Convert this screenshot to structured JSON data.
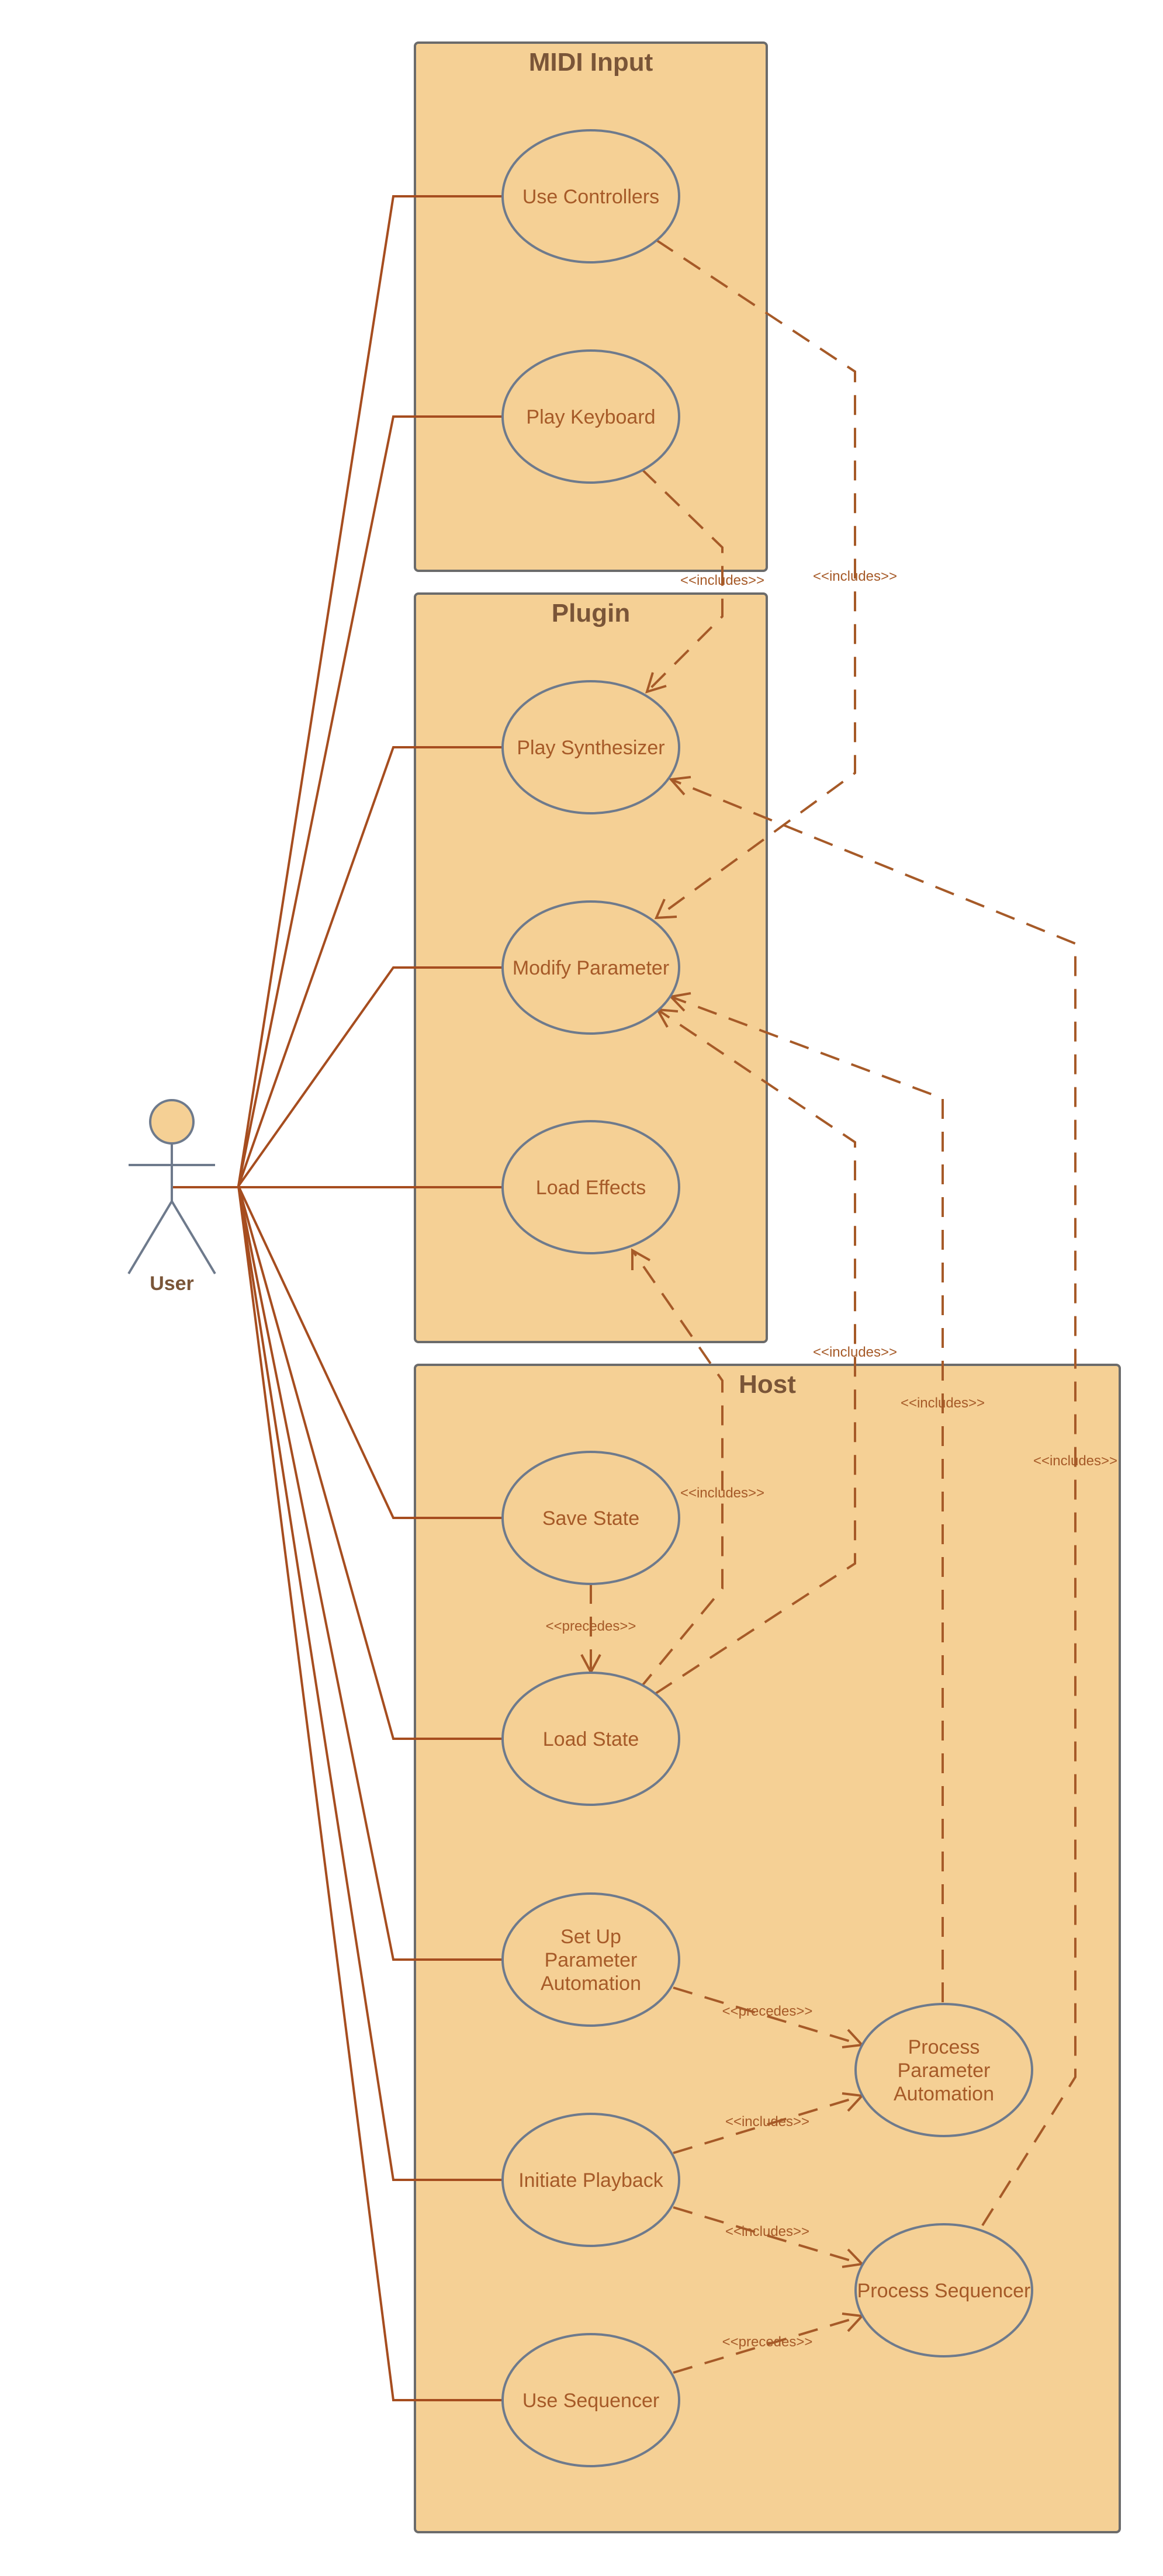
{
  "actor": {
    "name": "User"
  },
  "boundaries": {
    "midi_input": {
      "title": "MIDI Input"
    },
    "plugin": {
      "title": "Plugin"
    },
    "host": {
      "title": "Host"
    }
  },
  "use_cases": {
    "use_controllers": [
      "Use Controllers"
    ],
    "play_keyboard": [
      "Play Keyboard"
    ],
    "play_synthesizer": [
      "Play Synthesizer"
    ],
    "modify_parameter": [
      "Modify Parameter"
    ],
    "load_effects": [
      "Load Effects"
    ],
    "save_state": [
      "Save State"
    ],
    "load_state": [
      "Load State"
    ],
    "set_up_parameter_automation": [
      "Set Up",
      "Parameter",
      "Automation"
    ],
    "initiate_playback": [
      "Initiate Playback"
    ],
    "use_sequencer": [
      "Use Sequencer"
    ],
    "process_parameter_automation": [
      "Process",
      "Parameter",
      "Automation"
    ],
    "process_sequencer": [
      "Process Sequencer"
    ]
  },
  "relationships": {
    "controllers_to_modify": "<<includes>>",
    "keyboard_to_synth": "<<includes>>",
    "load_state_to_effects": "<<includes>>",
    "load_state_to_modify": "<<includes>>",
    "automation_to_modify": "<<includes>>",
    "sequencer_to_synth": "<<includes>>",
    "save_precedes_load": "<<precedes>>",
    "setup_precedes_process_automation": "<<precedes>>",
    "playback_includes_process_automation": "<<includes>>",
    "playback_includes_process_sequencer": "<<includes>>",
    "use_sequencer_precedes_process_sequencer": "<<precedes>>"
  },
  "colors": {
    "boundary_fill": "#f5d095",
    "boundary_stroke": "#6b6b6b",
    "ellipse_stroke": "#6e7a8c",
    "line": "#a64d1f",
    "text": "#a65a28",
    "title": "#7a5538"
  }
}
